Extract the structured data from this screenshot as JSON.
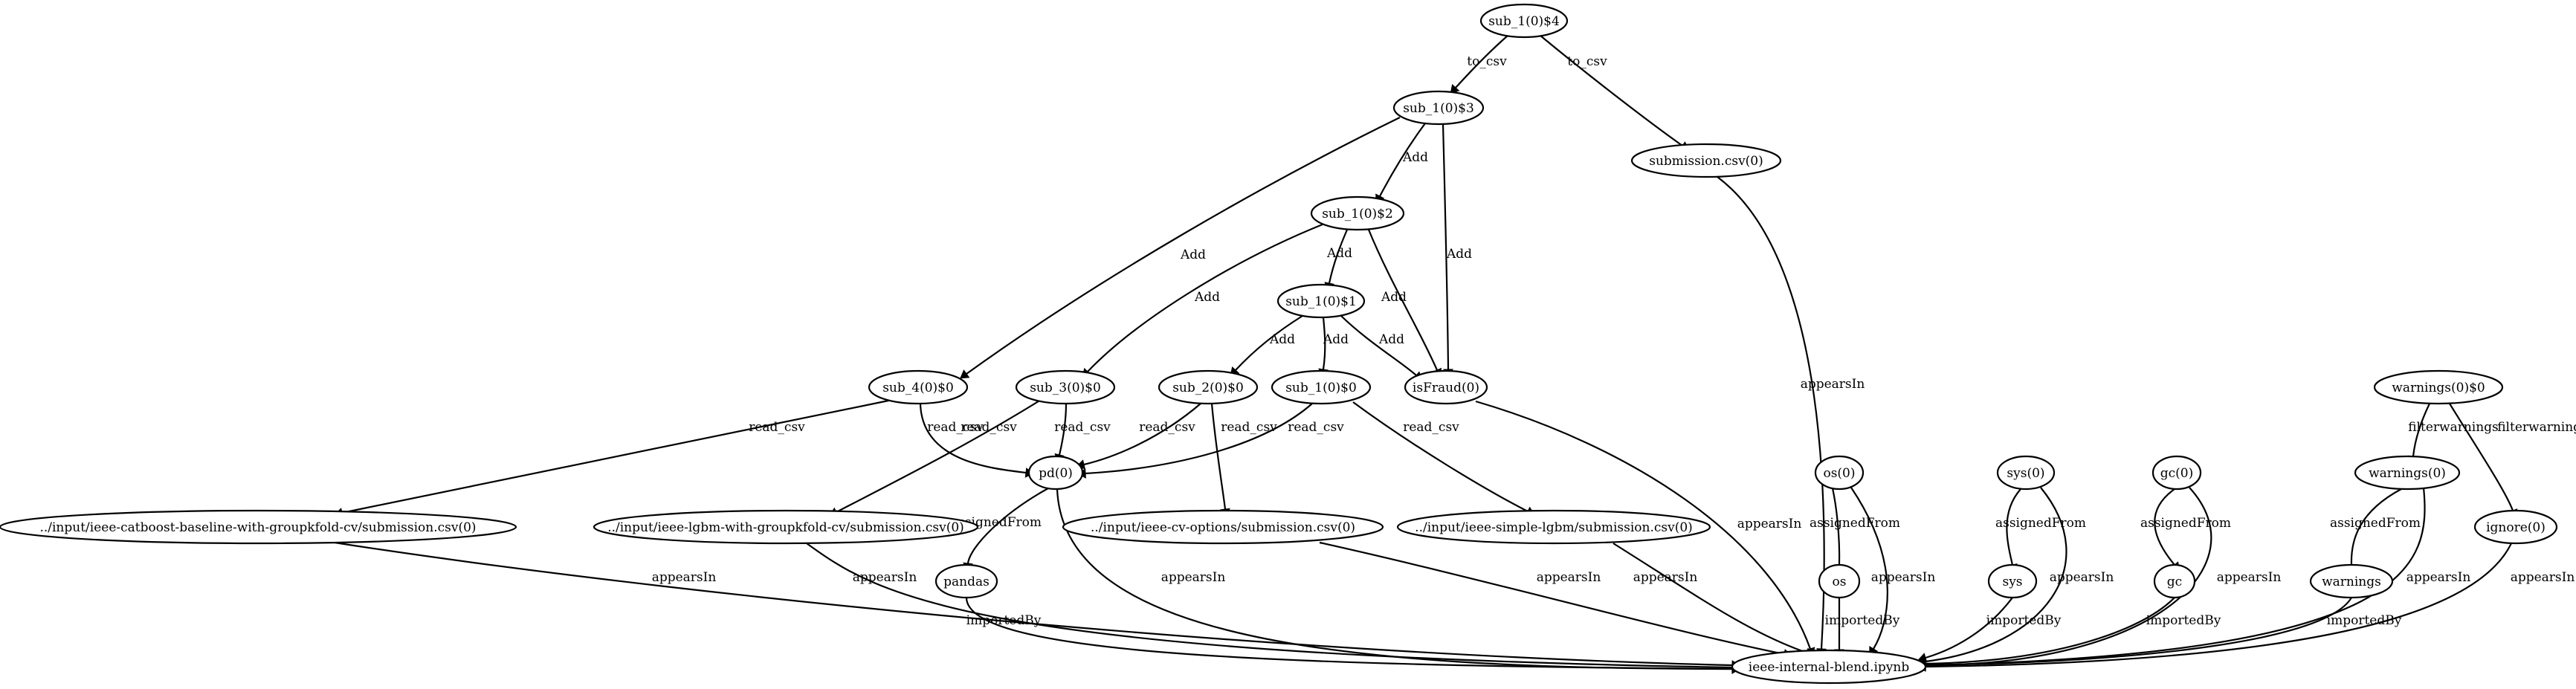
{
  "graph": {
    "nodes": [
      {
        "id": "n_sub1_4",
        "label": "sub_1(0)$4"
      },
      {
        "id": "n_sub1_3",
        "label": "sub_1(0)$3"
      },
      {
        "id": "n_submission",
        "label": "submission.csv(0)"
      },
      {
        "id": "n_sub1_2",
        "label": "sub_1(0)$2"
      },
      {
        "id": "n_sub1_1",
        "label": "sub_1(0)$1"
      },
      {
        "id": "n_sub4_0",
        "label": "sub_4(0)$0"
      },
      {
        "id": "n_sub3_0",
        "label": "sub_3(0)$0"
      },
      {
        "id": "n_sub2_0",
        "label": "sub_2(0)$0"
      },
      {
        "id": "n_sub1_0",
        "label": "sub_1(0)$0"
      },
      {
        "id": "n_isfraud",
        "label": "isFraud(0)"
      },
      {
        "id": "n_warnings_0",
        "label": "warnings(0)$0"
      },
      {
        "id": "n_pd",
        "label": "pd(0)"
      },
      {
        "id": "n_os0",
        "label": "os(0)"
      },
      {
        "id": "n_sys0",
        "label": "sys(0)"
      },
      {
        "id": "n_gc0",
        "label": "gc(0)"
      },
      {
        "id": "n_warnings0",
        "label": "warnings(0)"
      },
      {
        "id": "n_catboost",
        "label": "../input/ieee-catboost-baseline-with-groupkfold-cv/submission.csv(0)"
      },
      {
        "id": "n_lgbm_gkf",
        "label": "../input/ieee-lgbm-with-groupkfold-cv/submission.csv(0)"
      },
      {
        "id": "n_cvopts",
        "label": "../input/ieee-cv-options/submission.csv(0)"
      },
      {
        "id": "n_simple",
        "label": "../input/ieee-simple-lgbm/submission.csv(0)"
      },
      {
        "id": "n_ignore",
        "label": "ignore(0)"
      },
      {
        "id": "n_pandas",
        "label": "pandas"
      },
      {
        "id": "n_os",
        "label": "os"
      },
      {
        "id": "n_sys",
        "label": "sys"
      },
      {
        "id": "n_gc",
        "label": "gc"
      },
      {
        "id": "n_warnings",
        "label": "warnings"
      },
      {
        "id": "n_notebook",
        "label": "ieee-internal-blend.ipynb"
      }
    ],
    "edges": [
      {
        "id": "e01",
        "from": "n_sub1_4",
        "to": "n_sub1_3",
        "label": "to_csv"
      },
      {
        "id": "e02",
        "from": "n_sub1_4",
        "to": "n_submission",
        "label": "to_csv"
      },
      {
        "id": "e03",
        "from": "n_sub1_3",
        "to": "n_sub1_2",
        "label": "Add"
      },
      {
        "id": "e04",
        "from": "n_sub1_3",
        "to": "n_sub4_0",
        "label": "Add"
      },
      {
        "id": "e05",
        "from": "n_sub1_3",
        "to": "n_isfraud",
        "label": "Add"
      },
      {
        "id": "e06",
        "from": "n_submission",
        "to": "n_notebook",
        "label": "appearsIn"
      },
      {
        "id": "e07",
        "from": "n_sub1_2",
        "to": "n_sub1_1",
        "label": "Add"
      },
      {
        "id": "e08",
        "from": "n_sub1_2",
        "to": "n_sub3_0",
        "label": "Add"
      },
      {
        "id": "e09",
        "from": "n_sub1_2",
        "to": "n_isfraud",
        "label": "Add"
      },
      {
        "id": "e10",
        "from": "n_sub1_1",
        "to": "n_sub2_0",
        "label": "Add"
      },
      {
        "id": "e11",
        "from": "n_sub1_1",
        "to": "n_sub1_0",
        "label": "Add"
      },
      {
        "id": "e12",
        "from": "n_sub1_1",
        "to": "n_isfraud",
        "label": "Add"
      },
      {
        "id": "e13",
        "from": "n_sub4_0",
        "to": "n_catboost",
        "label": "read_csv"
      },
      {
        "id": "e14",
        "from": "n_sub4_0",
        "to": "n_pd",
        "label": "read_csv"
      },
      {
        "id": "e15",
        "from": "n_sub3_0",
        "to": "n_lgbm_gkf",
        "label": "read_csv"
      },
      {
        "id": "e16",
        "from": "n_sub3_0",
        "to": "n_pd",
        "label": "read_csv"
      },
      {
        "id": "e17",
        "from": "n_sub2_0",
        "to": "n_pd",
        "label": "read_csv"
      },
      {
        "id": "e18",
        "from": "n_sub2_0",
        "to": "n_cvopts",
        "label": "read_csv"
      },
      {
        "id": "e19",
        "from": "n_sub1_0",
        "to": "n_pd",
        "label": "read_csv"
      },
      {
        "id": "e20",
        "from": "n_sub1_0",
        "to": "n_simple",
        "label": "read_csv"
      },
      {
        "id": "e21",
        "from": "n_isfraud",
        "to": "n_notebook",
        "label": "appearsIn"
      },
      {
        "id": "e22",
        "from": "n_pd",
        "to": "n_pandas",
        "label": "assignedFrom"
      },
      {
        "id": "e23",
        "from": "n_pd",
        "to": "n_notebook",
        "label": "appearsIn"
      },
      {
        "id": "e24",
        "from": "n_catboost",
        "to": "n_notebook",
        "label": "appearsIn"
      },
      {
        "id": "e25",
        "from": "n_lgbm_gkf",
        "to": "n_notebook",
        "label": "appearsIn"
      },
      {
        "id": "e26",
        "from": "n_cvopts",
        "to": "n_notebook",
        "label": "appearsIn"
      },
      {
        "id": "e27",
        "from": "n_simple",
        "to": "n_notebook",
        "label": "appearsIn"
      },
      {
        "id": "e28",
        "from": "n_pandas",
        "to": "n_notebook",
        "label": "importedBy"
      },
      {
        "id": "e29",
        "from": "n_os0",
        "to": "n_os",
        "label": "assignedFrom"
      },
      {
        "id": "e30",
        "from": "n_os0",
        "to": "n_notebook",
        "label": "appearsIn"
      },
      {
        "id": "e31",
        "from": "n_os",
        "to": "n_notebook",
        "label": "importedBy"
      },
      {
        "id": "e32",
        "from": "n_sys0",
        "to": "n_sys",
        "label": "assignedFrom"
      },
      {
        "id": "e33",
        "from": "n_sys0",
        "to": "n_notebook",
        "label": "appearsIn"
      },
      {
        "id": "e34",
        "from": "n_sys",
        "to": "n_notebook",
        "label": "importedBy"
      },
      {
        "id": "e35",
        "from": "n_gc0",
        "to": "n_gc",
        "label": "assignedFrom"
      },
      {
        "id": "e36",
        "from": "n_gc0",
        "to": "n_notebook",
        "label": "appearsIn"
      },
      {
        "id": "e37",
        "from": "n_gc",
        "to": "n_notebook",
        "label": "importedBy"
      },
      {
        "id": "e38",
        "from": "n_warnings_0",
        "to": "n_warnings0",
        "label": "filterwarnings"
      },
      {
        "id": "e39",
        "from": "n_warnings_0",
        "to": "n_ignore",
        "label": "filterwarnings"
      },
      {
        "id": "e40",
        "from": "n_warnings0",
        "to": "n_warnings",
        "label": "assignedFrom"
      },
      {
        "id": "e41",
        "from": "n_warnings0",
        "to": "n_notebook",
        "label": "appearsIn"
      },
      {
        "id": "e42",
        "from": "n_warnings",
        "to": "n_notebook",
        "label": "importedBy"
      },
      {
        "id": "e43",
        "from": "n_ignore",
        "to": "n_notebook",
        "label": "appearsIn"
      }
    ]
  }
}
